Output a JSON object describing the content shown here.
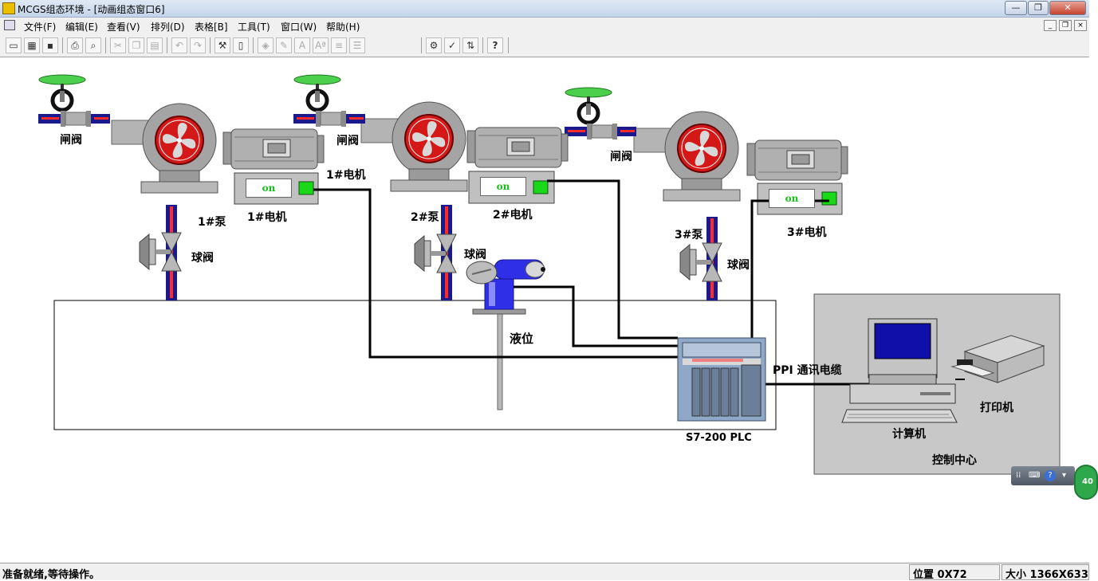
{
  "window": {
    "title": "MCGS组态环境 - [动画组态窗口6]",
    "minimize": "—",
    "maximize": "❐",
    "close": "✕"
  },
  "menu": {
    "items": [
      "文件(F)",
      "编辑(E)",
      "查看(V)",
      "排列(D)",
      "表格[B]",
      "工具(T)",
      "窗口(W)",
      "帮助(H)"
    ],
    "mdi_buttons": [
      "_",
      "❐",
      "×"
    ]
  },
  "toolbar": {
    "buttons": [
      {
        "icon": "window-icon",
        "glyph": "▭"
      },
      {
        "icon": "devices-icon",
        "glyph": "▦"
      },
      {
        "icon": "save-icon",
        "glyph": "▪"
      },
      {
        "icon": "print-icon",
        "glyph": "⎙"
      },
      {
        "icon": "print-preview-icon",
        "glyph": "⌕"
      },
      {
        "icon": "cut-icon",
        "glyph": "✂"
      },
      {
        "icon": "copy-icon",
        "glyph": "❐"
      },
      {
        "icon": "paste-icon",
        "glyph": "▤"
      },
      {
        "icon": "undo-icon",
        "glyph": "↶"
      },
      {
        "icon": "redo-icon",
        "glyph": "↷"
      },
      {
        "icon": "tools-icon",
        "glyph": "⚒"
      },
      {
        "icon": "frame-icon",
        "glyph": "▯"
      },
      {
        "icon": "fill-color-icon",
        "glyph": "◈"
      },
      {
        "icon": "line-color-icon",
        "glyph": "✎"
      },
      {
        "icon": "text-color-icon",
        "glyph": "A"
      },
      {
        "icon": "font-icon",
        "glyph": "Aª"
      },
      {
        "icon": "line-style-icon",
        "glyph": "≡"
      },
      {
        "icon": "line-width-icon",
        "glyph": "☰"
      },
      {
        "icon": "properties-icon",
        "glyph": "⚙"
      },
      {
        "icon": "check-icon",
        "glyph": "✓"
      },
      {
        "icon": "sort-icon",
        "glyph": "⇅"
      },
      {
        "icon": "help-icon",
        "glyph": "?"
      }
    ]
  },
  "scada": {
    "gate_valve_label": "闸阀",
    "ball_valve_label": "球阀",
    "pump1": "1#泵",
    "pump2": "2#泵",
    "pump3": "3#泵",
    "motor1_label_a": "1#电机",
    "motor1_label_b": "1#电机",
    "motor2": "2#电机",
    "motor3": "3#电机",
    "on_text": "on",
    "level_label": "液位",
    "plc_label": "S7-200 PLC",
    "cable_label": "PPI 通讯电缆",
    "computer_label": "计算机",
    "printer_label": "打印机",
    "control_center_label": "控制中心"
  },
  "colors": {
    "pipe_blue": "#1a1a8c",
    "pipe_red": "#ff2a2a",
    "fan_red": "#d41818",
    "valve_green": "#3ec83e",
    "indicator_green": "#18d818",
    "equipment_gray": "#a8a8a8",
    "on_text_green": "#16c016"
  },
  "float_toolbar": {
    "keyboard_icon": "⌨",
    "help_icon": "?",
    "badge": "40"
  },
  "status": {
    "message": "准备就绪,等待操作。",
    "position": "位置 0X72",
    "size": "大小 1366X633"
  }
}
